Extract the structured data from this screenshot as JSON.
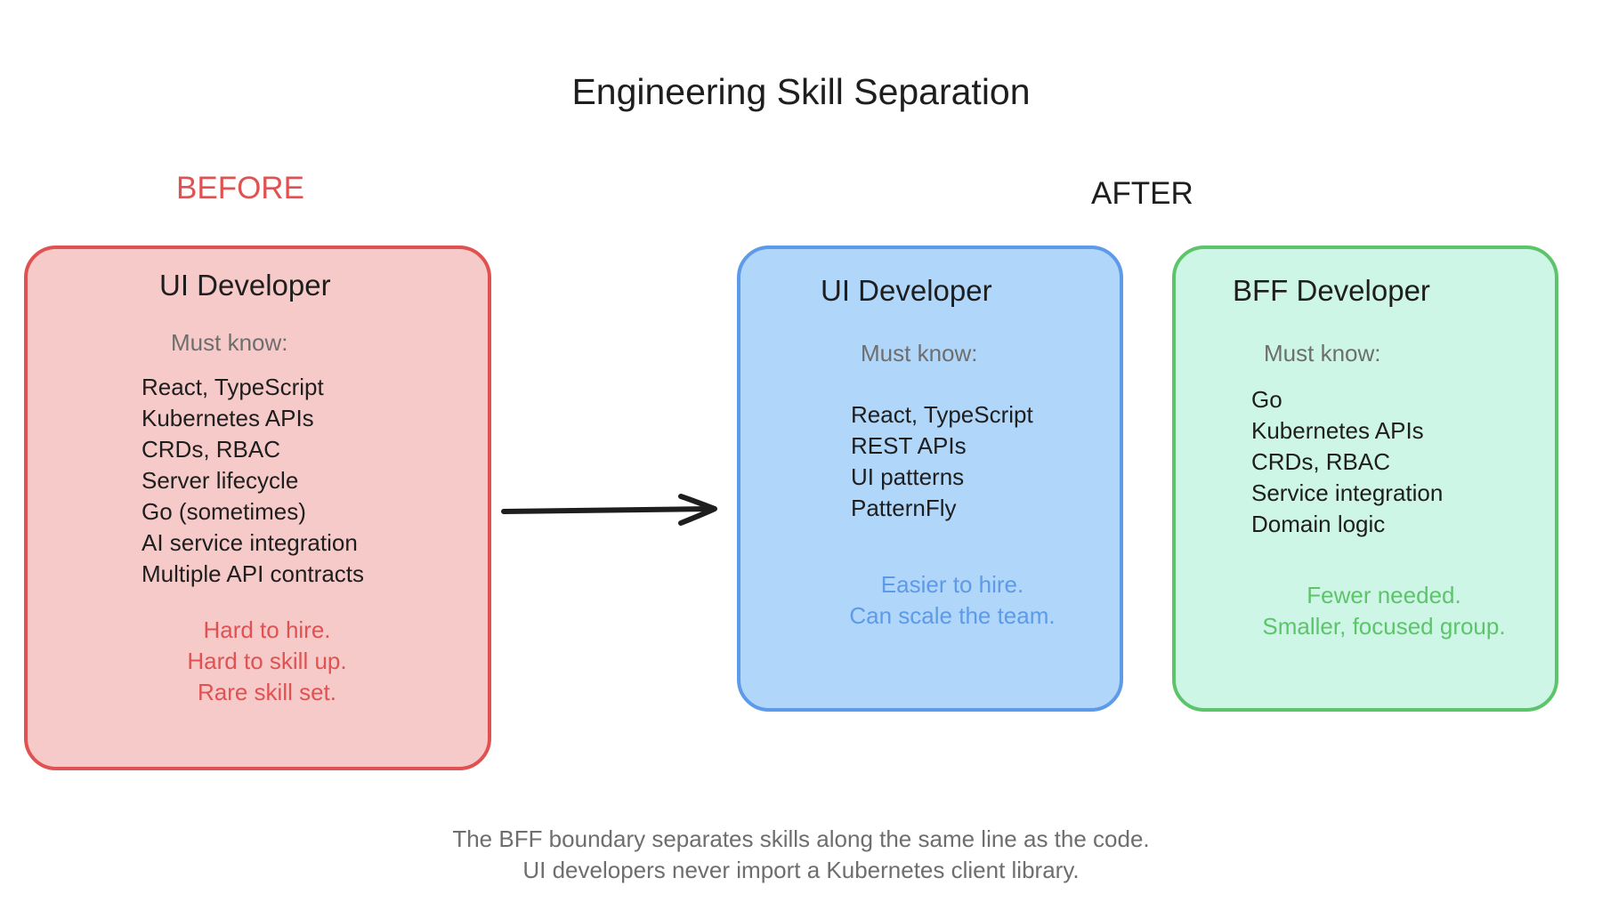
{
  "title": "Engineering Skill Separation",
  "sections": {
    "before_label": "BEFORE",
    "after_label": "AFTER"
  },
  "colors": {
    "before_accent": "#e05252",
    "before_fill": "#f7caca",
    "after_ui_accent": "#5d9ae8",
    "after_ui_fill": "#b0d6fa",
    "after_bff_accent": "#5ec46b",
    "after_bff_fill": "#cdf6e6",
    "text": "#1e1e1e",
    "muted": "#6e6e6e"
  },
  "before": {
    "ui_developer": {
      "title": "UI Developer",
      "must_know_label": "Must know:",
      "skills": [
        "React, TypeScript",
        "Kubernetes APIs",
        "CRDs, RBAC",
        "Server lifecycle",
        "Go (sometimes)",
        "AI service integration",
        "Multiple API contracts"
      ],
      "notes": [
        "Hard to hire.",
        "Hard to skill up.",
        "Rare skill set."
      ]
    }
  },
  "after": {
    "ui_developer": {
      "title": "UI Developer",
      "must_know_label": "Must know:",
      "skills": [
        "React, TypeScript",
        "REST APIs",
        "UI patterns",
        "PatternFly"
      ],
      "notes": [
        "Easier to hire.",
        "Can scale the team."
      ]
    },
    "bff_developer": {
      "title": "BFF Developer",
      "must_know_label": "Must know:",
      "skills": [
        "Go",
        "Kubernetes APIs",
        "CRDs, RBAC",
        "Service integration",
        "Domain logic"
      ],
      "notes": [
        "Fewer needed.",
        "Smaller, focused group."
      ]
    }
  },
  "arrow": {
    "icon": "arrow-right-icon",
    "from": "before",
    "to": "after"
  },
  "footer": {
    "lines": [
      "The BFF boundary separates skills along the same line as the code.",
      "UI developers never import a Kubernetes client library."
    ]
  }
}
